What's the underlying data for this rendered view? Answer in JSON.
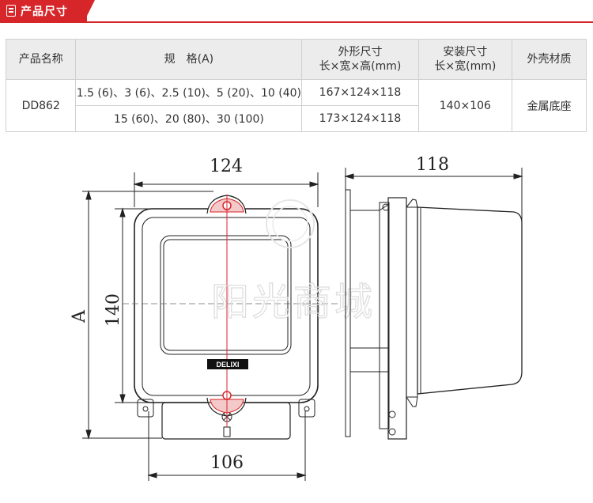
{
  "header": {
    "title": "产品尺寸",
    "icon": "document-icon",
    "accent": "#d7262a"
  },
  "table": {
    "headers": {
      "model": "产品名称",
      "spec": "规　格(A)",
      "outer_line1": "外形尺寸",
      "outer_line2": "长×宽×高(mm)",
      "install_line1": "安装尺寸",
      "install_line2": "长×宽(mm)",
      "material": "外壳材质"
    },
    "model": "DD862",
    "rows": [
      {
        "spec": "1.5 (6)、3 (6)、2.5 (10)、5 (20)、10 (40)",
        "outer": "167×124×118"
      },
      {
        "spec": "15 (60)、20 (80)、30 (100)",
        "outer": "173×124×118"
      }
    ],
    "install": "140×106",
    "material": "金属底座"
  },
  "diagram": {
    "dim_width_top": "124",
    "dim_depth": "118",
    "dim_height": "140",
    "dim_height_var": "A",
    "dim_width_bottom": "106",
    "brand": "DELIXI",
    "watermark": "阳光商城"
  }
}
